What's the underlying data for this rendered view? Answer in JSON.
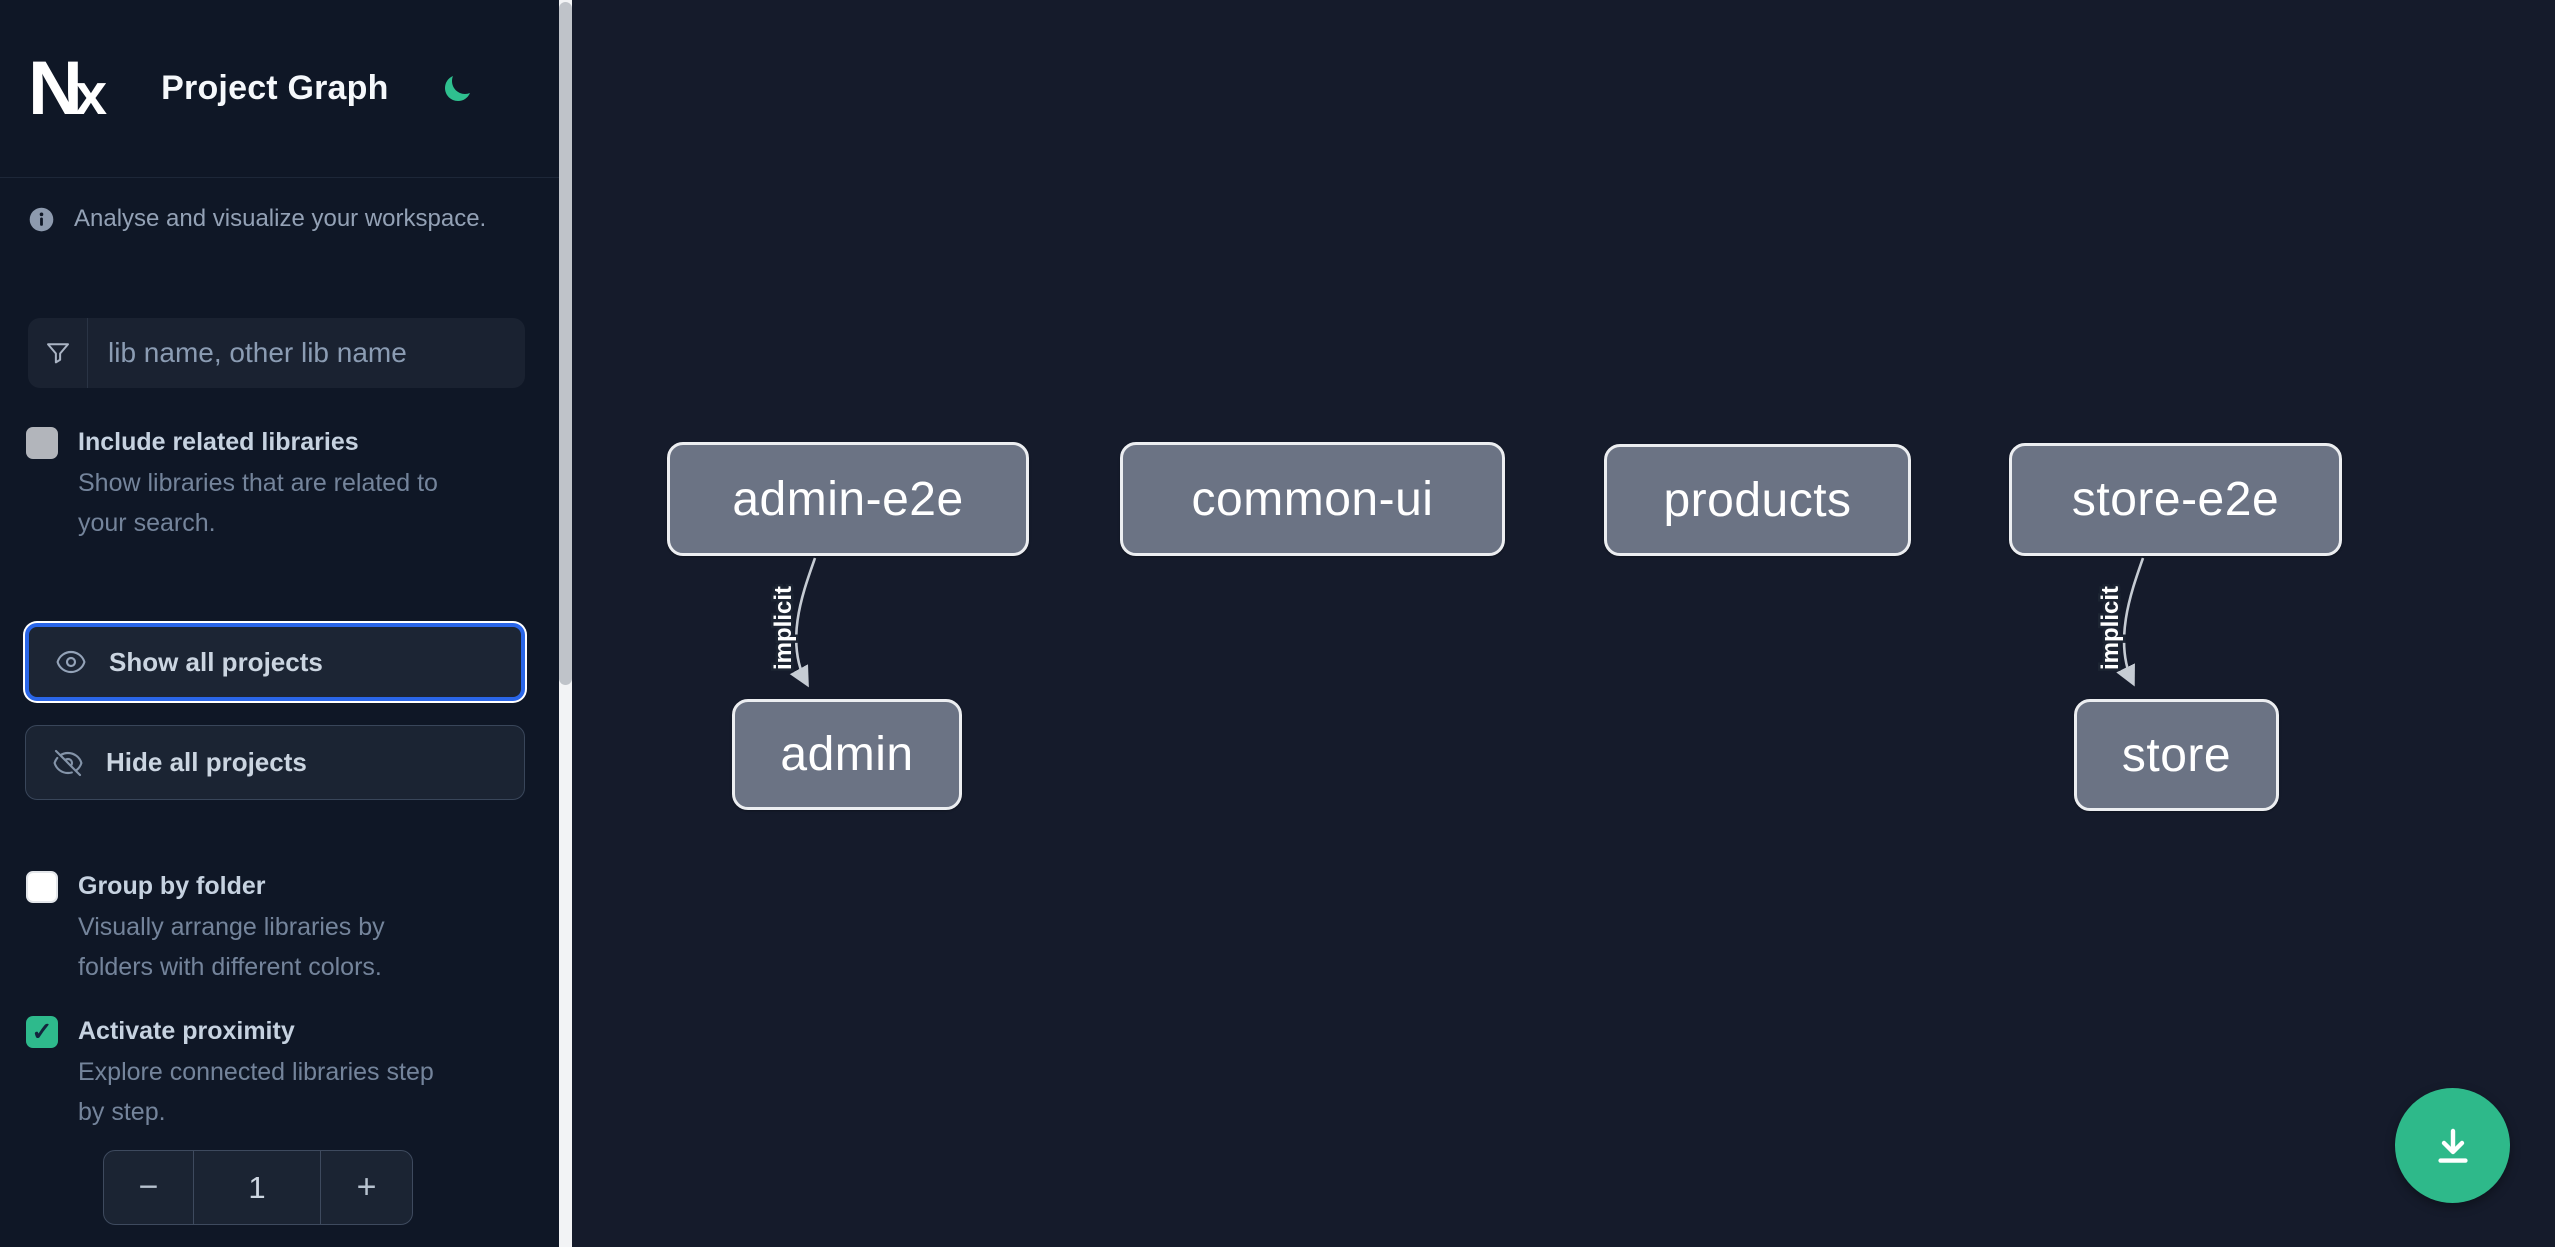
{
  "app": {
    "title": "Project Graph"
  },
  "logo": {
    "letter_n": "N",
    "letter_x": "x"
  },
  "intro": {
    "text": "Analyse and visualize your workspace."
  },
  "search": {
    "placeholder": "lib name, other lib name"
  },
  "options": {
    "include_related": {
      "label": "Include related libraries",
      "desc_line1": "Show libraries that are related to",
      "desc_line2": "your search.",
      "checked": false
    },
    "group_by_folder": {
      "label": "Group by folder",
      "desc_line1": "Visually arrange libraries by",
      "desc_line2": "folders with different colors.",
      "checked": false
    },
    "proximity": {
      "label": "Activate proximity",
      "desc_line1": "Explore connected libraries step",
      "desc_line2": "by step.",
      "checked": true
    }
  },
  "actions": {
    "show_all": "Show all projects",
    "hide_all": "Hide all projects"
  },
  "stepper": {
    "decrement": "−",
    "value": "1",
    "increment": "+"
  },
  "icons": {
    "check": "✓",
    "moon": "moon-icon",
    "info": "info-icon",
    "funnel": "filter-funnel-icon",
    "eye": "eye-icon",
    "eye_off": "eye-slash-icon",
    "download": "download-icon"
  },
  "graph": {
    "nodes": [
      {
        "id": "admin-e2e",
        "label": "admin-e2e"
      },
      {
        "id": "common-ui",
        "label": "common-ui"
      },
      {
        "id": "products",
        "label": "products"
      },
      {
        "id": "store-e2e",
        "label": "store-e2e"
      },
      {
        "id": "admin",
        "label": "admin"
      },
      {
        "id": "store",
        "label": "store"
      }
    ],
    "edges": [
      {
        "from": "admin-e2e",
        "to": "admin",
        "label": "implicit"
      },
      {
        "from": "store-e2e",
        "to": "store",
        "label": "implicit"
      }
    ]
  },
  "colors": {
    "accent_green": "#2eb98a",
    "focus_blue": "#2a66e8",
    "node_fill": "#6b7384",
    "sidebar_bg": "#0f1726",
    "canvas_bg": "#151b2b"
  }
}
